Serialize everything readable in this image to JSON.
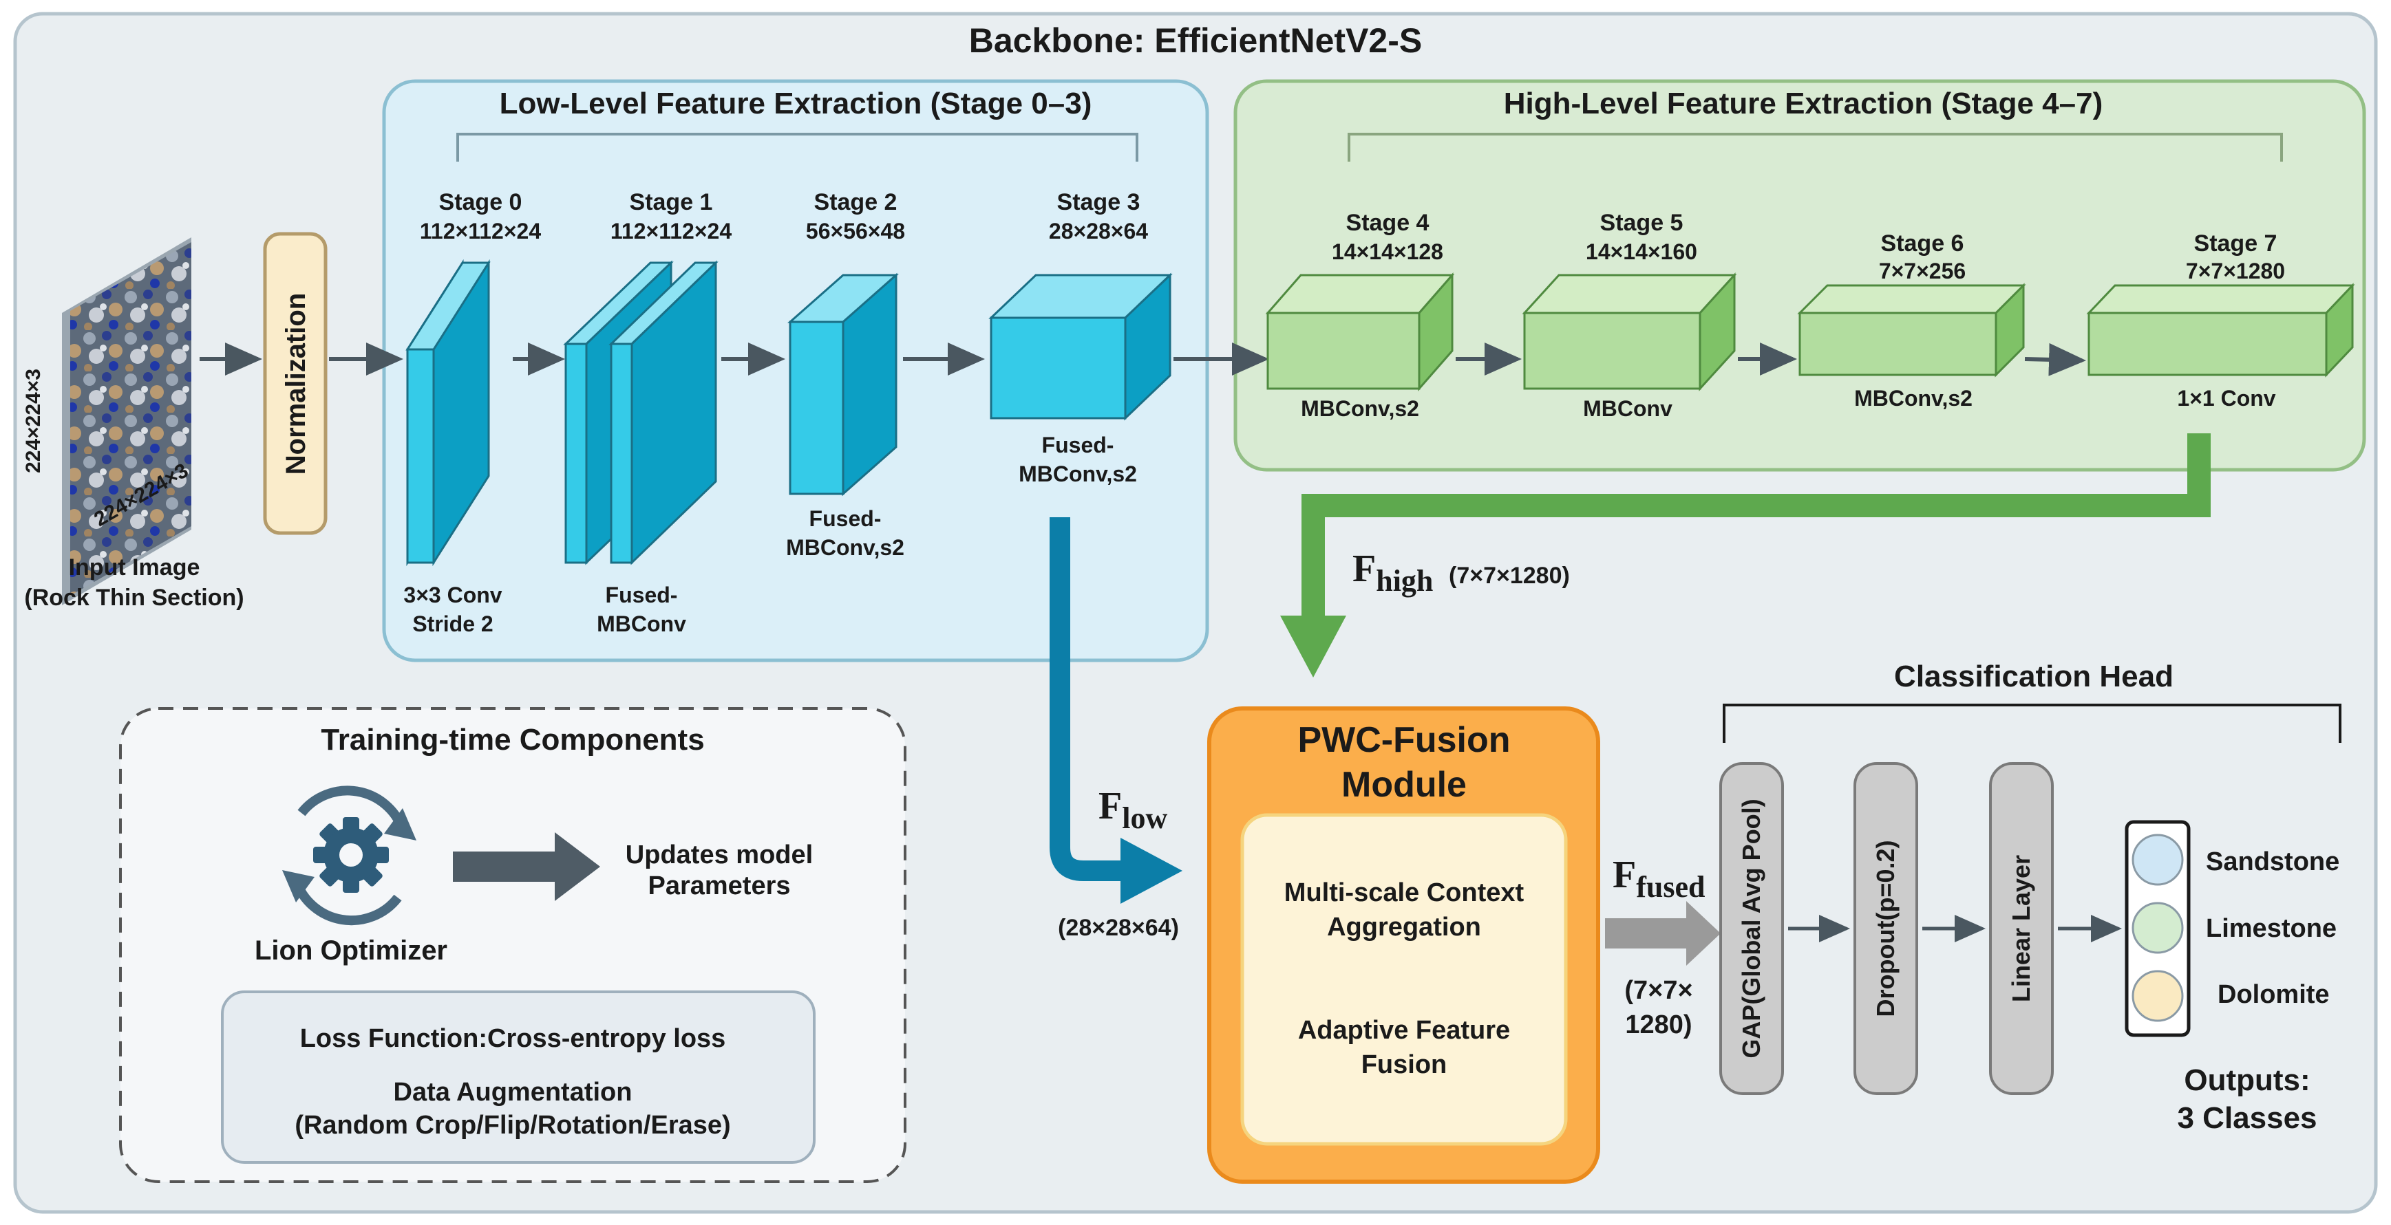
{
  "backbone": {
    "title": "Backbone: EfficientNetV2-S"
  },
  "low": {
    "title": "Low-Level Feature Extraction (Stage 0–3)",
    "stages": [
      {
        "name": "Stage 0",
        "dim": "112×112×24",
        "block": [
          "3×3 Conv",
          "Stride 2"
        ]
      },
      {
        "name": "Stage 1",
        "dim": "112×112×24",
        "block": [
          "Fused-",
          "MBConv"
        ]
      },
      {
        "name": "Stage 2",
        "dim": "56×56×48",
        "block": [
          "Fused-",
          "MBConv,s2"
        ]
      },
      {
        "name": "Stage 3",
        "dim": "28×28×64",
        "block": [
          "Fused-",
          "MBConv,s2"
        ]
      }
    ]
  },
  "high": {
    "title": "High-Level Feature Extraction (Stage 4–7)",
    "stages": [
      {
        "name": "Stage 4",
        "dim": "14×14×128",
        "block": "MBConv,s2"
      },
      {
        "name": "Stage 5",
        "dim": "14×14×160",
        "block": "MBConv"
      },
      {
        "name": "Stage 6",
        "dim": "7×7×256",
        "block": "MBConv,s2"
      },
      {
        "name": "Stage 7",
        "dim": "7×7×1280",
        "block": "1×1 Conv"
      }
    ]
  },
  "input": {
    "label_line1": "Input Image",
    "label_line2": "(Rock Thin Section)",
    "dim_vertical": "224×224×3",
    "dim_diagonal": "224×224×3"
  },
  "normalization": "Normalization",
  "features": {
    "high_sym": "F",
    "high_sub": "high",
    "high_dim": "(7×7×1280)",
    "low_sym": "F",
    "low_sub": "low",
    "low_dim": "(28×28×64)",
    "fused_sym": "F",
    "fused_sub": "fused",
    "fused_dim_line1": "(7×7×",
    "fused_dim_line2": "1280)"
  },
  "fusion": {
    "title_line1": "PWC-Fusion",
    "title_line2": "Module",
    "item1_line1": "Multi-scale Context",
    "item1_line2": "Aggregation",
    "item2_line1": "Adaptive Feature",
    "item2_line2": "Fusion"
  },
  "head": {
    "title": "Classification Head",
    "layers": [
      "GAP(Global Avg Pool)",
      "Dropout(p=0.2)",
      "Linear Layer"
    ],
    "classes": [
      "Sandstone",
      "Limestone",
      "Dolomite"
    ],
    "outputs_line1": "Outputs:",
    "outputs_line2": "3 Classes"
  },
  "training": {
    "title": "Training-time Components",
    "optimizer": "Lion Optimizer",
    "updates_line1": "Updates model",
    "updates_line2": "Parameters",
    "loss": "Loss Function:Cross-entropy loss",
    "aug_line1": "Data Augmentation",
    "aug_line2": "(Random Crop/Flip/Rotation/Erase)"
  },
  "colors": {
    "backbone_bg": "#e9eef1",
    "low_bg": "#dbeff8",
    "high_bg": "#d9ebd3",
    "cyan_front": "#1cbde0",
    "cyan_top": "#8ee3f4",
    "cyan_side": "#0c9fc4",
    "green_front": "#b2dd9f",
    "green_top": "#d3edc5",
    "green_side": "#7fc267",
    "fusion_orange": "#fbae4b",
    "fusion_inner": "#fdf3d7",
    "arrow_teal": "#0c7ea8",
    "arrow_green": "#5ea94e",
    "arrow_gray": "#9a9a9a",
    "sandstone": "#cfe6f5",
    "limestone": "#d4ecd0",
    "dolomite": "#faeac2"
  }
}
